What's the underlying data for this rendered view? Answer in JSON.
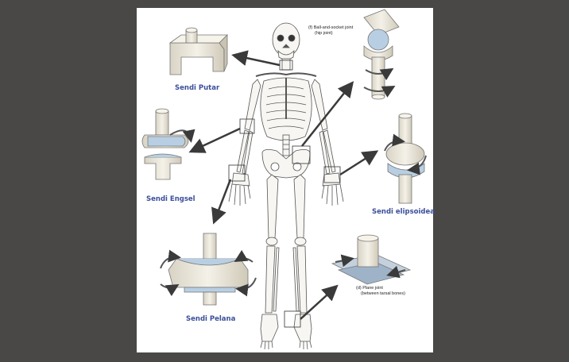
{
  "labels": {
    "pivot": "Sendi Putar",
    "hinge": "Sendi Engsel",
    "saddle": "Sendi Pelana",
    "ellipsoid": "Sendi elipsoidea",
    "ball_socket_line1": "(f) Ball-and-socket joint",
    "ball_socket_line2": "(hip joint)",
    "plane_line1": "(d) Plane joint",
    "plane_line2": "(between tarsal bones)"
  },
  "colors": {
    "background": "#4a4847",
    "panel": "#ffffff",
    "label_blue": "#3b4f9a",
    "bone": "#ece8dc",
    "cartilage": "#b8cfe3",
    "arrow": "#3a3a3a"
  }
}
